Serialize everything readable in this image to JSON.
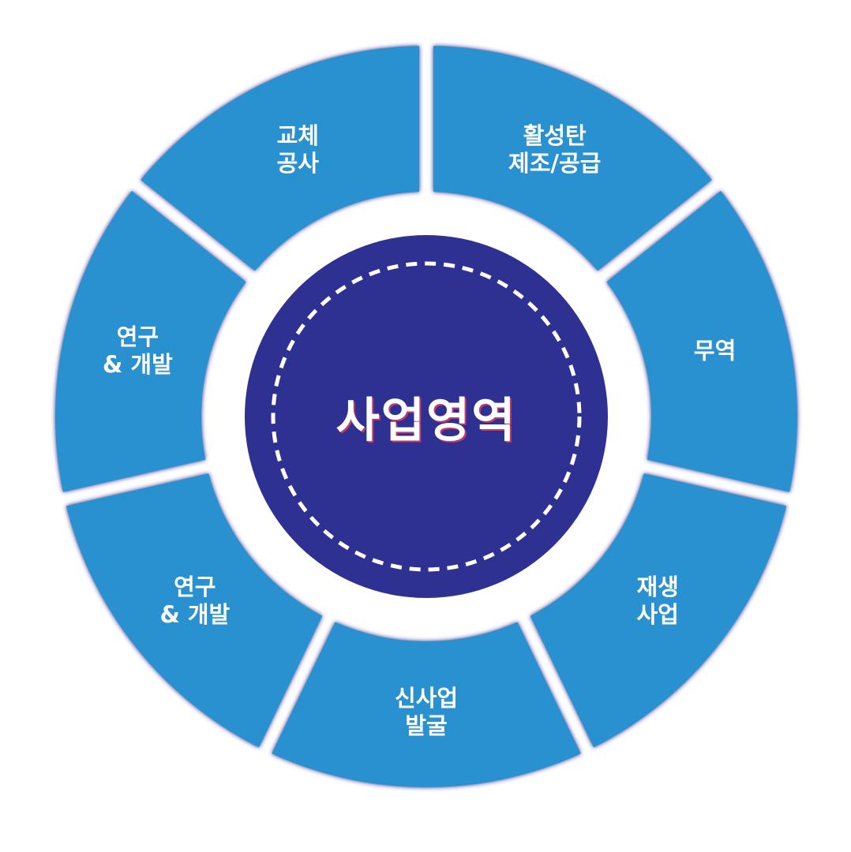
{
  "title": "사업영역",
  "colors": {
    "segment": "#2b91d0",
    "center": "#2e3192",
    "shadow": "#2e2a8a",
    "dash": "#ffffff"
  },
  "segments": [
    {
      "line1": "활성탄",
      "line2": "제조/공급"
    },
    {
      "line1": "무역",
      "line2": ""
    },
    {
      "line1": "재생",
      "line2": "사업"
    },
    {
      "line1": "신사업",
      "line2": "발굴"
    },
    {
      "line1": "연구",
      "line2": "& 개발"
    },
    {
      "line1": "연구",
      "line2": "& 개발"
    },
    {
      "line1": "교체",
      "line2": "공사"
    }
  ]
}
